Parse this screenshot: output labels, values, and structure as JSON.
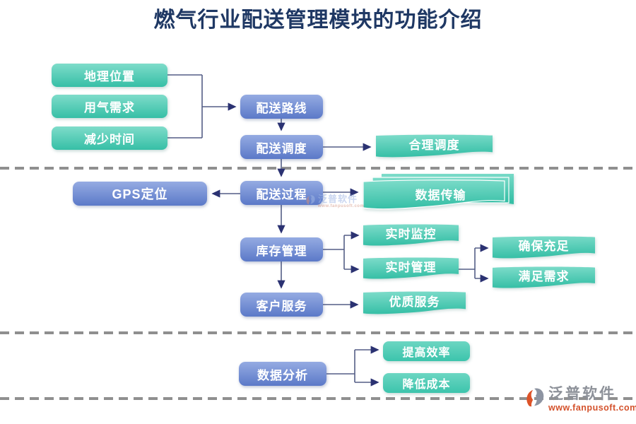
{
  "title": "燃气行业配送管理模块的功能介绍",
  "nodes": {
    "inputs": [
      "地理位置",
      "用气需求",
      "减少时间"
    ],
    "delivery_route": "配送路线",
    "delivery_dispatch": "配送调度",
    "reasonable_dispatch": "合理调度",
    "delivery_process": "配送过程",
    "gps_positioning": "GPS定位",
    "data_transmission": "数据传输",
    "inventory_management": "库存管理",
    "realtime_monitoring": "实时监控",
    "realtime_management": "实时管理",
    "ensure_sufficiency": "确保充足",
    "meet_demand": "满足需求",
    "customer_service": "客户服务",
    "quality_service": "优质服务",
    "data_analysis": "数据分析",
    "improve_efficiency": "提高效率",
    "reduce_cost": "降低成本"
  },
  "watermark": {
    "brand": "泛普软件",
    "site": "www.fanpusoft.com"
  },
  "logo": {
    "brand": "泛普软件",
    "site": "www.fanpusoft.com"
  },
  "colors": {
    "title_text": "#1f3864",
    "blue_node_top": "#95abe2",
    "blue_node_bottom": "#5b79c8",
    "teal_node_top": "#7edcca",
    "teal_node_bottom": "#36bfa6",
    "connector_line": "#535d85",
    "arrowhead": "#2b3272",
    "dashed_separator": "#8f8f8f",
    "logo_brand": "#8d9199",
    "logo_site": "#d4522c"
  }
}
